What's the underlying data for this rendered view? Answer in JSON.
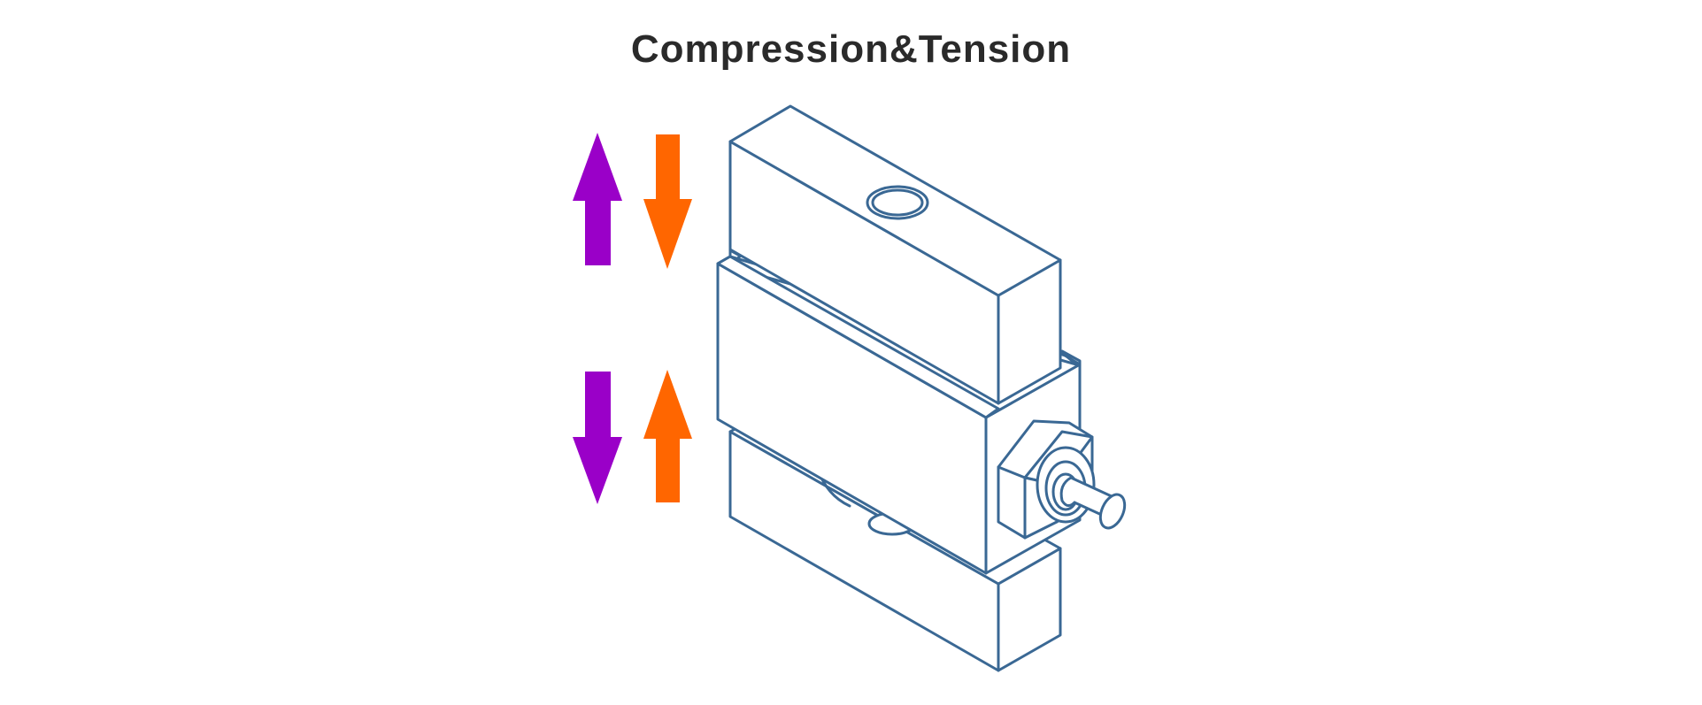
{
  "title": "Compression&Tension",
  "colors": {
    "outline": "#3a6894",
    "tension_arrow": "#9a00c8",
    "compression_arrow": "#ff6600",
    "title_text": "#2a2a2a",
    "background": "#ffffff"
  },
  "icons": {
    "upper_left_arrow": "arrow-up-purple",
    "upper_right_arrow": "arrow-down-orange",
    "lower_left_arrow": "arrow-down-purple",
    "lower_right_arrow": "arrow-up-orange",
    "device": "s-type-load-cell"
  }
}
